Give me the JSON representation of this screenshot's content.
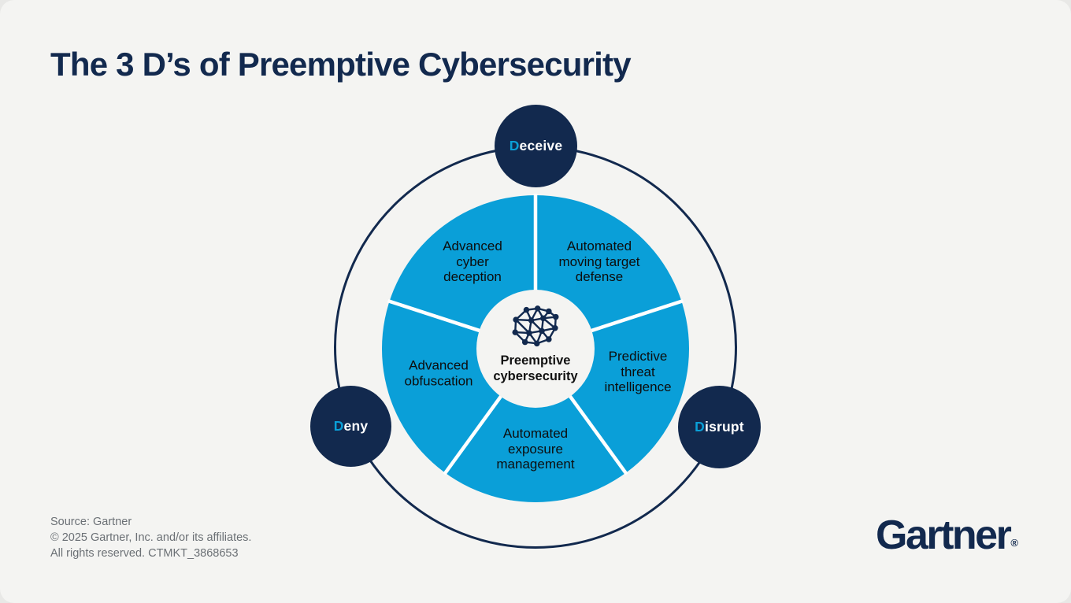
{
  "title": "The 3 D’s of Preemptive Cybersecurity",
  "colors": {
    "bg": "#f4f4f2",
    "navy": "#12294e",
    "blue": "#0a9fd8",
    "divider": "#ffffff",
    "ink": "#0d0d0d",
    "gray": "#6b7075"
  },
  "diagram": {
    "center": {
      "icon": "network-mesh-icon",
      "label": "Preemptive\ncybersecurity"
    },
    "ring_nodes": [
      {
        "id": "deceive",
        "accent": "D",
        "rest": "eceive"
      },
      {
        "id": "deny",
        "accent": "D",
        "rest": "eny"
      },
      {
        "id": "disrupt",
        "accent": "D",
        "rest": "isrupt"
      }
    ],
    "segments": [
      {
        "id": "advanced-cyber-deception",
        "label": "Advanced\ncyber\ndeception"
      },
      {
        "id": "automated-moving-target-defense",
        "label": "Automated\nmoving target\ndefense"
      },
      {
        "id": "predictive-threat-intelligence",
        "label": "Predictive\nthreat\nintelligence"
      },
      {
        "id": "automated-exposure-management",
        "label": "Automated\nexposure\nmanagement"
      },
      {
        "id": "advanced-obfuscation",
        "label": "Advanced\nobfuscation"
      }
    ]
  },
  "footer": {
    "source_line1": "Source: Gartner",
    "source_line2": "© 2025 Gartner, Inc. and/or its affiliates.",
    "source_line3": "All rights reserved. CTMKT_3868653",
    "logo_text": "Gartner",
    "logo_mark": "®"
  }
}
